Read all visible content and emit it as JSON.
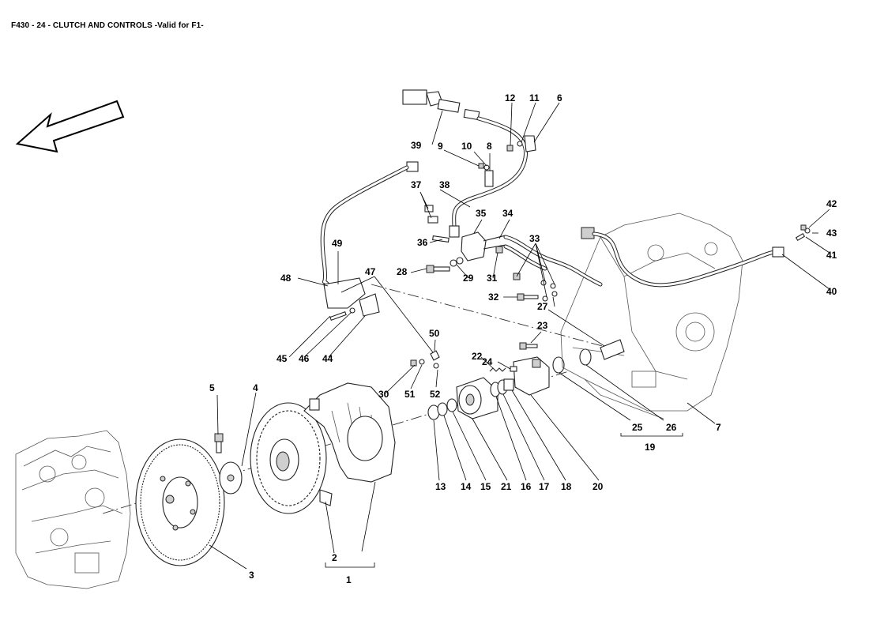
{
  "header": {
    "title": "F430 - 24 - CLUTCH AND CONTROLS -Valid for F1-"
  },
  "icons": {
    "direction": "front-direction-arrow-icon"
  },
  "callouts": [
    {
      "id": "c1",
      "text": "1"
    },
    {
      "id": "c2",
      "text": "2"
    },
    {
      "id": "c3",
      "text": "3"
    },
    {
      "id": "c4",
      "text": "4"
    },
    {
      "id": "c5",
      "text": "5"
    },
    {
      "id": "c6",
      "text": "6"
    },
    {
      "id": "c7",
      "text": "7"
    },
    {
      "id": "c8",
      "text": "8"
    },
    {
      "id": "c9",
      "text": "9"
    },
    {
      "id": "c10",
      "text": "10"
    },
    {
      "id": "c11",
      "text": "11"
    },
    {
      "id": "c12",
      "text": "12"
    },
    {
      "id": "c13",
      "text": "13"
    },
    {
      "id": "c14",
      "text": "14"
    },
    {
      "id": "c15",
      "text": "15"
    },
    {
      "id": "c16",
      "text": "16"
    },
    {
      "id": "c17",
      "text": "17"
    },
    {
      "id": "c18",
      "text": "18"
    },
    {
      "id": "c19",
      "text": "19"
    },
    {
      "id": "c20",
      "text": "20"
    },
    {
      "id": "c21",
      "text": "21"
    },
    {
      "id": "c22",
      "text": "22"
    },
    {
      "id": "c23",
      "text": "23"
    },
    {
      "id": "c24",
      "text": "24"
    },
    {
      "id": "c25",
      "text": "25"
    },
    {
      "id": "c26",
      "text": "26"
    },
    {
      "id": "c27",
      "text": "27"
    },
    {
      "id": "c28",
      "text": "28"
    },
    {
      "id": "c29",
      "text": "29"
    },
    {
      "id": "c30",
      "text": "30"
    },
    {
      "id": "c31",
      "text": "31"
    },
    {
      "id": "c32",
      "text": "32"
    },
    {
      "id": "c33",
      "text": "33"
    },
    {
      "id": "c34",
      "text": "34"
    },
    {
      "id": "c35",
      "text": "35"
    },
    {
      "id": "c36",
      "text": "36"
    },
    {
      "id": "c37",
      "text": "37"
    },
    {
      "id": "c38",
      "text": "38"
    },
    {
      "id": "c39",
      "text": "39"
    },
    {
      "id": "c40",
      "text": "40"
    },
    {
      "id": "c41",
      "text": "41"
    },
    {
      "id": "c42",
      "text": "42"
    },
    {
      "id": "c43",
      "text": "43"
    },
    {
      "id": "c44",
      "text": "44"
    },
    {
      "id": "c45",
      "text": "45"
    },
    {
      "id": "c46",
      "text": "46"
    },
    {
      "id": "c47",
      "text": "47"
    },
    {
      "id": "c48",
      "text": "48"
    },
    {
      "id": "c49",
      "text": "49"
    },
    {
      "id": "c50",
      "text": "50"
    },
    {
      "id": "c51",
      "text": "51"
    },
    {
      "id": "c52",
      "text": "52"
    }
  ]
}
